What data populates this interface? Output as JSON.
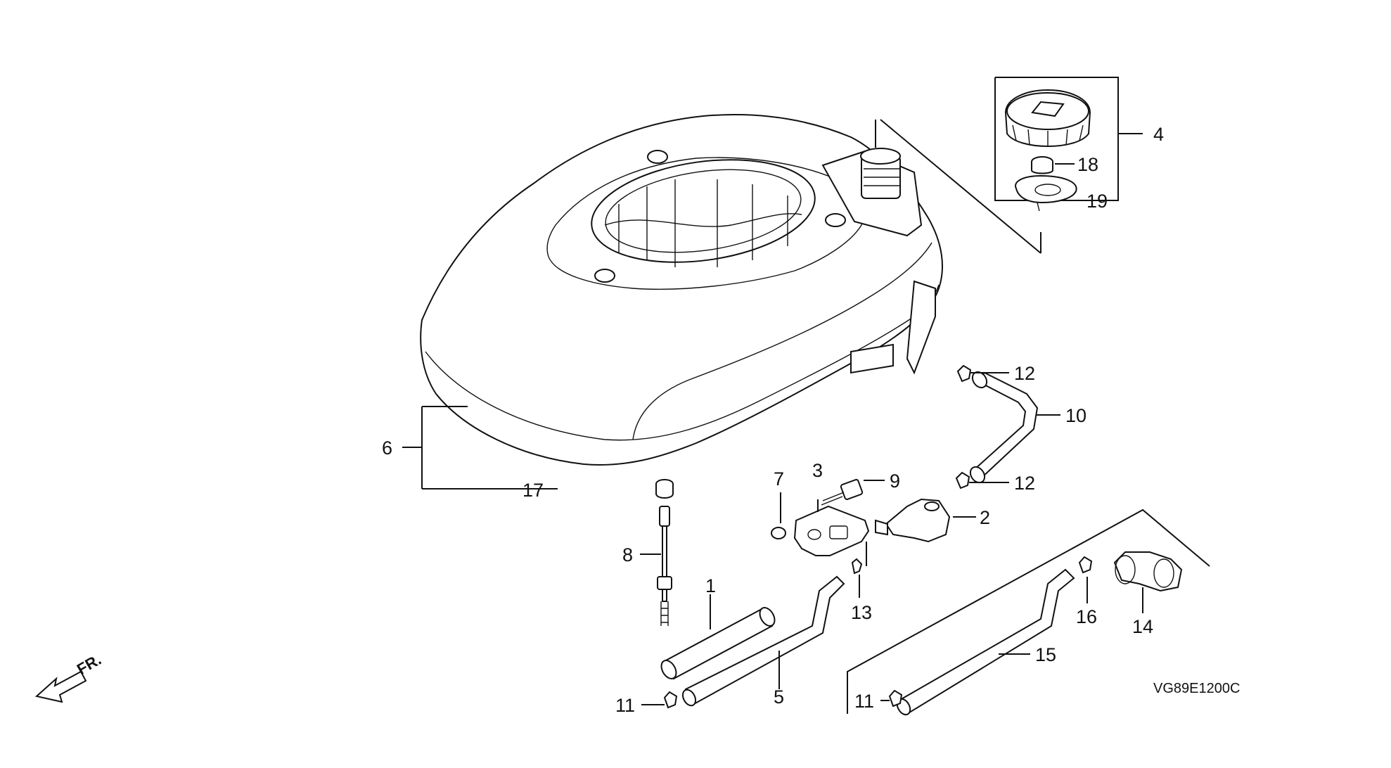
{
  "diagram": {
    "code": "VG89E1200C",
    "direction_label": "FR.",
    "callouts": {
      "c1": "1",
      "c2": "2",
      "c3": "3",
      "c4": "4",
      "c5": "5",
      "c6": "6",
      "c7": "7",
      "c8": "8",
      "c9": "9",
      "c10": "10",
      "c11a": "11",
      "c11b": "11",
      "c12a": "12",
      "c12b": "12",
      "c13": "13",
      "c14": "14",
      "c15": "15",
      "c16": "16",
      "c17": "17",
      "c18": "18",
      "c19": "19"
    }
  }
}
